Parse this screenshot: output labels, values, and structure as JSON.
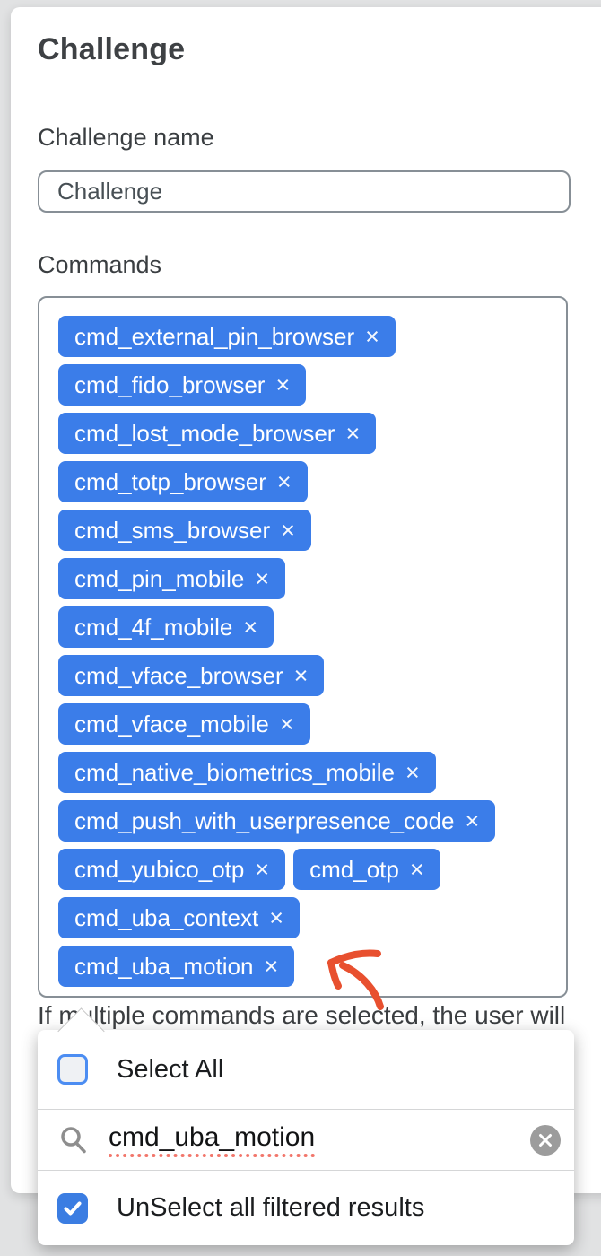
{
  "card": {
    "title": "Challenge"
  },
  "challenge_name": {
    "label": "Challenge name",
    "value": "Challenge"
  },
  "commands": {
    "label": "Commands",
    "remove_icon": "×",
    "rows": [
      [
        "cmd_external_pin_browser"
      ],
      [
        "cmd_fido_browser"
      ],
      [
        "cmd_lost_mode_browser"
      ],
      [
        "cmd_totp_browser"
      ],
      [
        "cmd_sms_browser"
      ],
      [
        "cmd_pin_mobile"
      ],
      [
        "cmd_4f_mobile"
      ],
      [
        "cmd_vface_browser"
      ],
      [
        "cmd_vface_mobile"
      ],
      [
        "cmd_native_biometrics_mobile"
      ],
      [
        "cmd_push_with_userpresence_code"
      ],
      [
        "cmd_yubico_otp",
        "cmd_otp"
      ],
      [
        "cmd_uba_context"
      ],
      [
        "cmd_uba_motion"
      ]
    ]
  },
  "help_text": "If multiple commands are selected, the user will",
  "dropdown": {
    "select_all": {
      "label": "Select All",
      "checked": false
    },
    "search": {
      "value": "cmd_uba_motion"
    },
    "unselect_filtered": {
      "label": "UnSelect all filtered results",
      "checked": true
    }
  },
  "colors": {
    "chip_blue": "#3b7de9",
    "checkbox_checked_blue": "#3b7de2",
    "checkbox_border_blue": "#4c8df2",
    "annotation_arrow_red": "#e8502f",
    "page_background": "#e1e2e3",
    "border_gray": "#878f96",
    "spellcheck_underline": "#f2766b"
  }
}
